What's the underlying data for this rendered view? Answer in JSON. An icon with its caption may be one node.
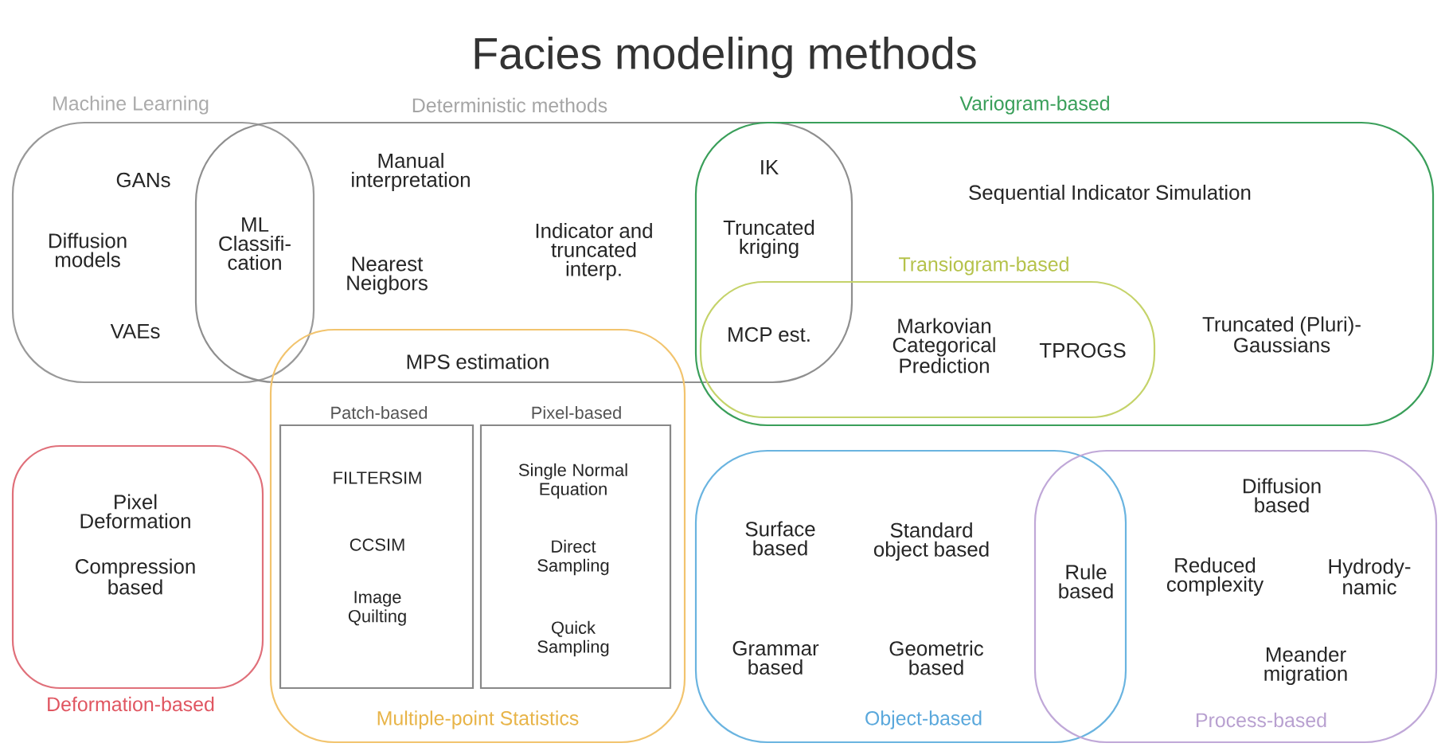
{
  "diagram": {
    "title": "Facies modeling methods",
    "nodes": [
      {
        "text": [
          "Machine Learning",
          "GANs",
          "Diffusion models",
          "VAEs"
        ]
      },
      {
        "text": [
          "Deterministic methods",
          "Manual interpretation",
          "Nearest Neigbors",
          "Indicator and truncated interp."
        ]
      },
      {
        "text": [
          "Variogram-based",
          "Sequential Indicator Simulation",
          "Truncated (Pluri)- Gaussians"
        ]
      },
      {
        "text": [
          "Transiogram-based",
          "Markovian Categorical Prediction",
          "TPROGS"
        ],
        "in": 2
      },
      {
        "text": [
          "Multiple-point Statistics"
        ]
      },
      {
        "text": [
          "Patch-based",
          "FILTERSIM",
          "CCSIM",
          "Image Quilting"
        ],
        "in": 4
      },
      {
        "text": [
          "Pixel-based",
          "Single Normal Equation",
          "Direct Sampling",
          "Quick Sampling"
        ],
        "in": 4
      },
      {
        "text": [
          "Pixel Deformation",
          "Compression based",
          "Deformation-based"
        ]
      },
      {
        "text": [
          "Surface based",
          "Standard object based",
          "Grammar based",
          "Geometric based",
          "Object-based"
        ]
      },
      {
        "text": [
          "Diffusion based",
          "Reduced complexity",
          "Hydrody- namic",
          "Meander migration",
          "Process-based"
        ]
      }
    ],
    "labels": [
      "ML Classifi- cation",
      "IK",
      "Truncated kriging",
      "MCP est.",
      "MPS estimation",
      "Rule based"
    ]
  }
}
